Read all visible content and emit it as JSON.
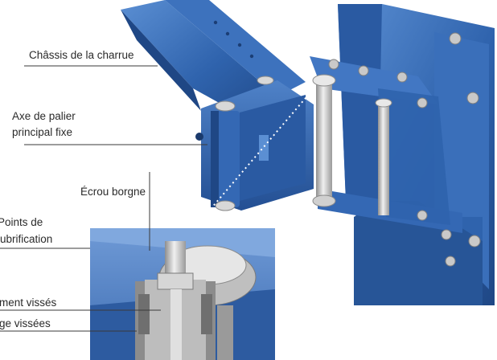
{
  "labels": {
    "frame": "Châssis de la charrue",
    "axle_line1": "Axe de palier",
    "axle_line2": "principal fixe",
    "nut": "Écrou borgne",
    "lube_line1": "Points de",
    "lube_line2": "lubrification",
    "screwed_1": "ment vissés",
    "screwed_2": "ge vissées"
  },
  "colors": {
    "steel_blue": "#2f63ad",
    "steel_blue_dark": "#1f4785",
    "steel_blue_light": "#5b8fd3",
    "bolt_grey": "#c9c9c9",
    "background": "#ffffff"
  }
}
